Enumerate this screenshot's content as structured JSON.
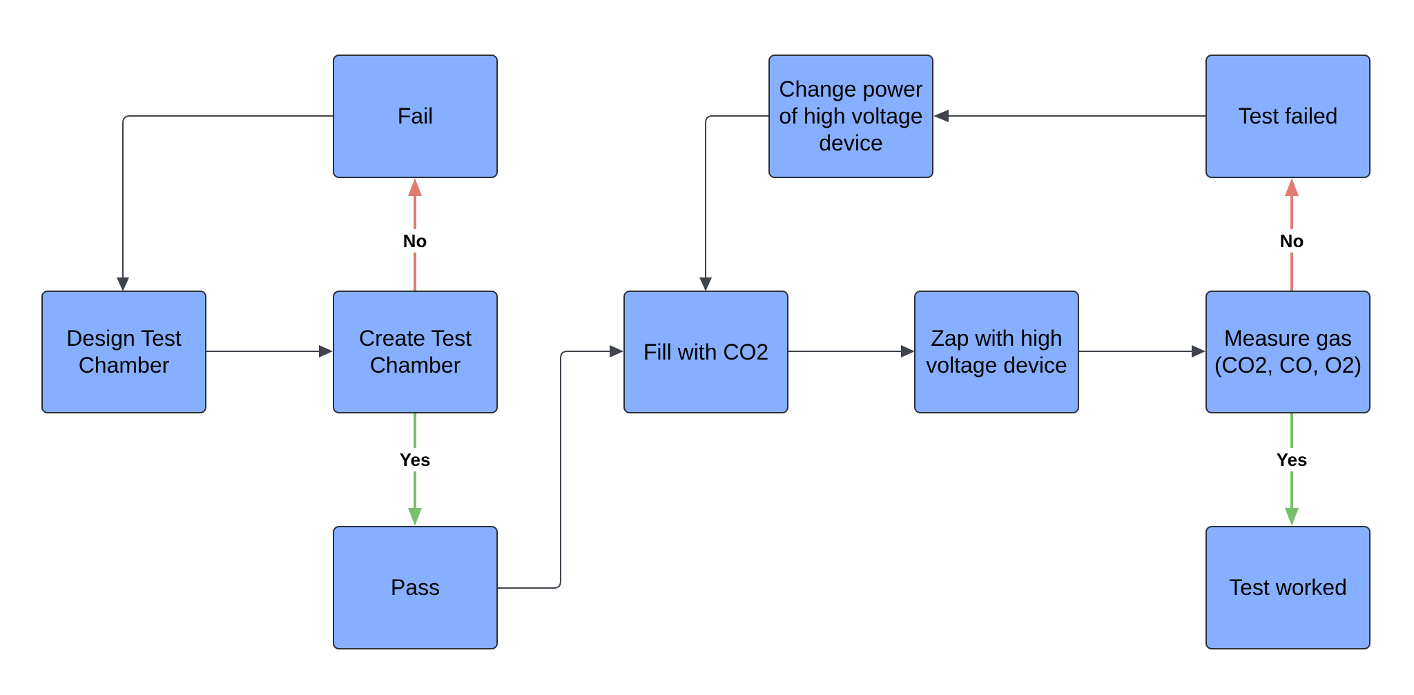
{
  "colors": {
    "node_fill": "#86afff",
    "node_border": "#2b2f36",
    "connector": "#3f444c",
    "no_path": "#e07b72",
    "yes_path": "#78c06b"
  },
  "nodes": {
    "design": {
      "label": "Design Test Chamber"
    },
    "create": {
      "label": "Create Test Chamber"
    },
    "fail": {
      "label": "Fail"
    },
    "pass": {
      "label": "Pass"
    },
    "fill": {
      "label": "Fill with CO2"
    },
    "zap": {
      "label": "Zap with high voltage device"
    },
    "measure": {
      "label": "Measure gas (CO2, CO, O2)"
    },
    "change_power": {
      "label": "Change power of high voltage device"
    },
    "test_failed": {
      "label": "Test failed"
    },
    "test_worked": {
      "label": "Test worked"
    }
  },
  "edge_labels": {
    "create_no": "No",
    "create_yes": "Yes",
    "measure_no": "No",
    "measure_yes": "Yes"
  },
  "edges": [
    {
      "from": "design",
      "to": "create",
      "kind": "plain"
    },
    {
      "from": "create",
      "to": "fail",
      "kind": "no",
      "label": "No"
    },
    {
      "from": "create",
      "to": "pass",
      "kind": "yes",
      "label": "Yes"
    },
    {
      "from": "fail",
      "to": "design",
      "kind": "plain"
    },
    {
      "from": "pass",
      "to": "fill",
      "kind": "plain"
    },
    {
      "from": "fill",
      "to": "zap",
      "kind": "plain"
    },
    {
      "from": "zap",
      "to": "measure",
      "kind": "plain"
    },
    {
      "from": "measure",
      "to": "test_failed",
      "kind": "no",
      "label": "No"
    },
    {
      "from": "measure",
      "to": "test_worked",
      "kind": "yes",
      "label": "Yes"
    },
    {
      "from": "test_failed",
      "to": "change_power",
      "kind": "plain"
    },
    {
      "from": "change_power",
      "to": "fill",
      "kind": "plain"
    }
  ]
}
